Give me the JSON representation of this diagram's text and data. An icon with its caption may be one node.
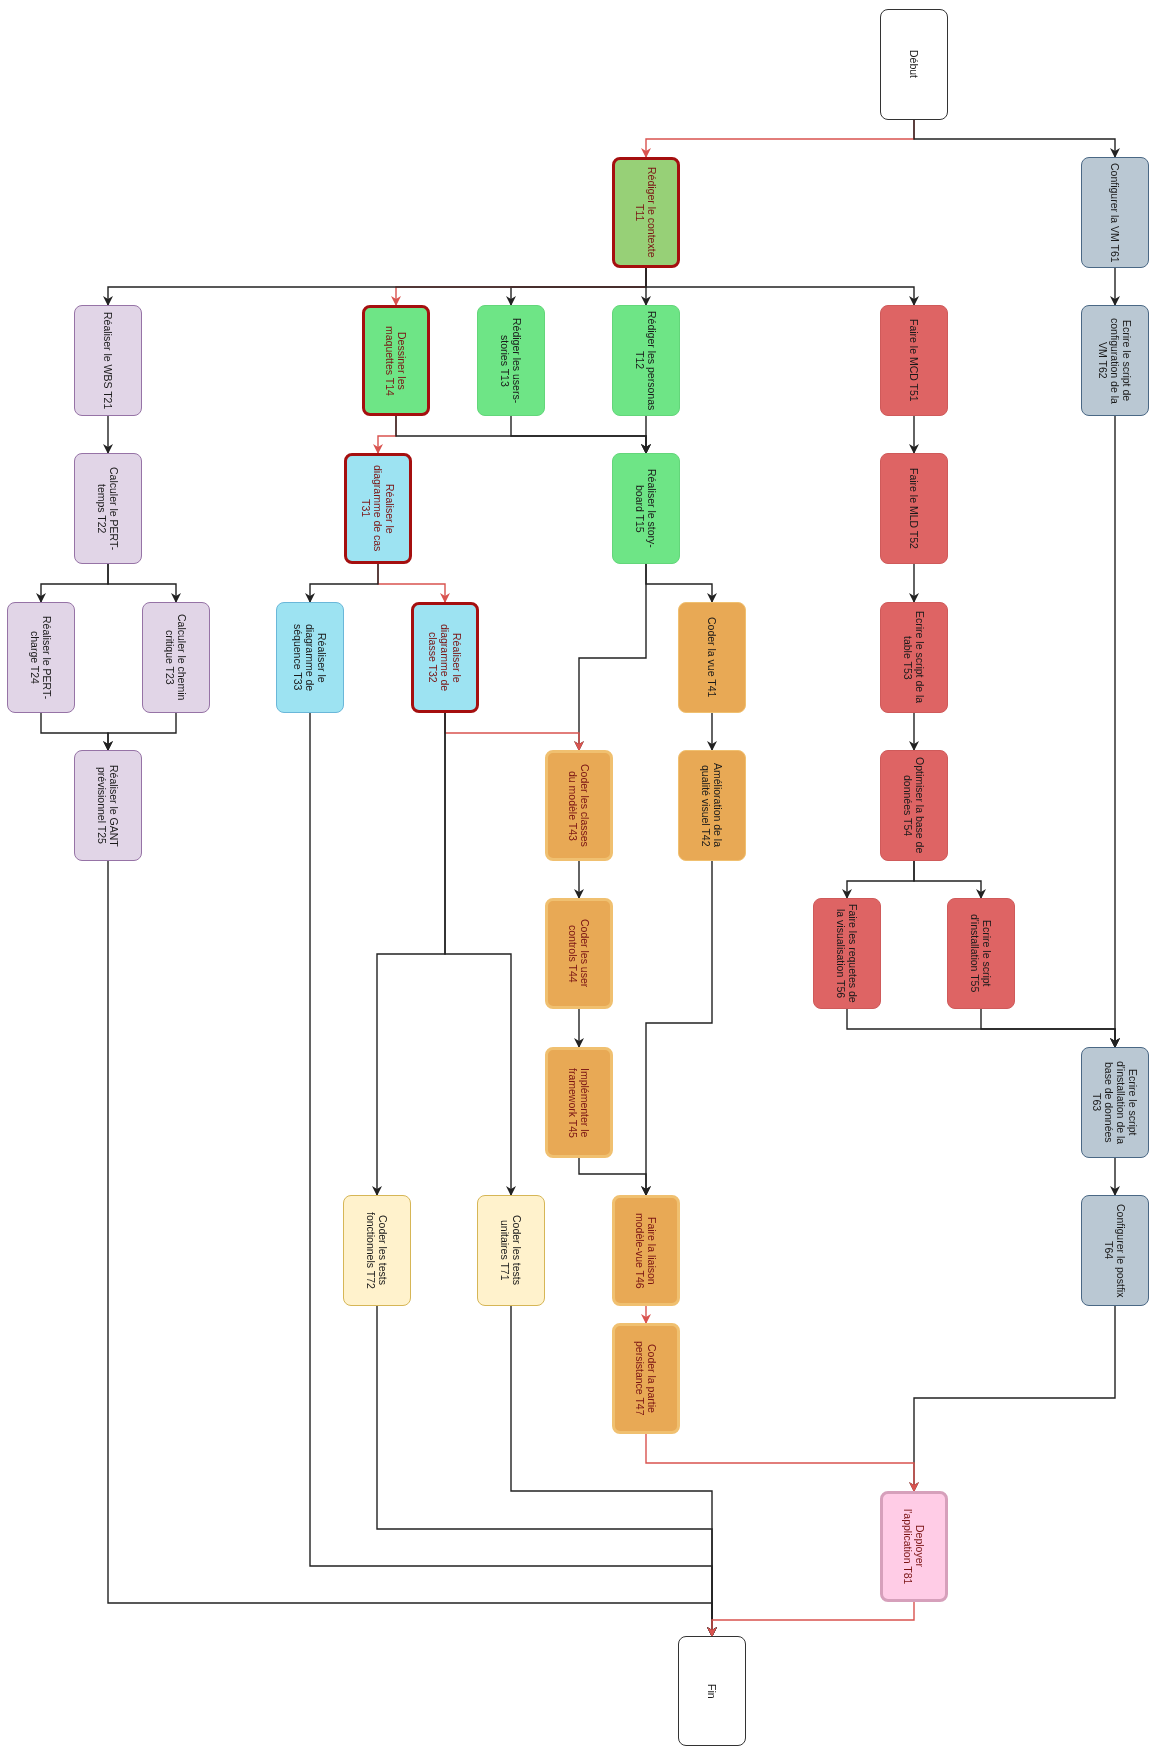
{
  "diagram": {
    "nodes": [
      {
        "text": [
          "Début"
        ]
      },
      {
        "text": [
          "Rédiger le contexte T11"
        ]
      },
      {
        "text": [
          "Configurer la VM T61"
        ]
      },
      {
        "text": [
          "Réaliser le WBS T21"
        ]
      },
      {
        "text": [
          "Dessiner les maquettes T14"
        ]
      },
      {
        "text": [
          "Rédiger les users-stories T13"
        ]
      },
      {
        "text": [
          "Rédiger les personas T12"
        ]
      },
      {
        "text": [
          "Faire le MCD T51"
        ]
      },
      {
        "text": [
          "Ecrire le script de configuration de la VM T62"
        ]
      },
      {
        "text": [
          "Calculer le PERT-temps T22"
        ]
      },
      {
        "text": [
          "Réaliser le diagramme de cas T31"
        ]
      },
      {
        "text": [
          "Réaliser le story-board T15"
        ]
      },
      {
        "text": [
          "Faire le MLD T52"
        ]
      },
      {
        "text": [
          "Réaliser le PERT-charge T24"
        ]
      },
      {
        "text": [
          "Calculer le chemin critique T23"
        ]
      },
      {
        "text": [
          "Réaliser le diagramme de séquence T33"
        ]
      },
      {
        "text": [
          "Réaliser le diagramme de classe T32"
        ]
      },
      {
        "text": [
          "Coder la vue T41"
        ]
      },
      {
        "text": [
          "Ecrire le script de la table T53"
        ]
      },
      {
        "text": [
          "Réaliser le GANT prévisionnel T25"
        ]
      },
      {
        "text": [
          "Coder les classes du modèle T43"
        ]
      },
      {
        "text": [
          "Amélioration de la qualité visuel T42"
        ]
      },
      {
        "text": [
          "Optimiser la base de données T54"
        ]
      },
      {
        "text": [
          "Coder les user controls T44"
        ]
      },
      {
        "text": [
          "Faire les requetes de la visualisation T56"
        ]
      },
      {
        "text": [
          "Ecrire le script d'installation T55"
        ]
      },
      {
        "text": [
          "Implémenter le framework T45"
        ]
      },
      {
        "text": [
          "Ecrire le script d'installation de la base de données T63"
        ]
      },
      {
        "text": [
          "Coder les tests fonctionnels T72"
        ]
      },
      {
        "text": [
          "Coder les tests unitaires T71"
        ]
      },
      {
        "text": [
          "Faire la liaison modèle-vue T46"
        ]
      },
      {
        "text": [
          "Configurer le postfix T64"
        ]
      },
      {
        "text": [
          "Coder la partie persistance T47"
        ]
      },
      {
        "text": [
          "Deployer l'application T81"
        ]
      },
      {
        "text": [
          "Fin"
        ]
      }
    ],
    "edges": [
      {
        "from": 0,
        "to": 1,
        "arrow": "to",
        "color": "#d9534f"
      },
      {
        "from": 0,
        "to": 2,
        "arrow": "to"
      },
      {
        "from": 1,
        "to": 6,
        "arrow": "to"
      },
      {
        "from": 1,
        "to": 5,
        "arrow": "to"
      },
      {
        "from": 1,
        "to": 4,
        "arrow": "to",
        "color": "#d9534f"
      },
      {
        "from": 1,
        "to": 3,
        "arrow": "to"
      },
      {
        "from": 1,
        "to": 7,
        "arrow": "to"
      },
      {
        "from": 2,
        "to": 8,
        "arrow": "to"
      },
      {
        "from": 3,
        "to": 9,
        "arrow": "to"
      },
      {
        "from": 4,
        "to": 10,
        "arrow": "to",
        "color": "#d9534f"
      },
      {
        "from": 4,
        "to": 11,
        "arrow": "to"
      },
      {
        "from": 5,
        "to": 11,
        "arrow": "to"
      },
      {
        "from": 6,
        "to": 11,
        "arrow": "to"
      },
      {
        "from": 7,
        "to": 12,
        "arrow": "to"
      },
      {
        "from": 8,
        "to": 27,
        "arrow": "to"
      },
      {
        "from": 9,
        "to": 14,
        "arrow": "to"
      },
      {
        "from": 9,
        "to": 13,
        "arrow": "to"
      },
      {
        "from": 10,
        "to": 16,
        "arrow": "to",
        "color": "#d9534f"
      },
      {
        "from": 10,
        "to": 15,
        "arrow": "to"
      },
      {
        "from": 11,
        "to": 17,
        "arrow": "to"
      },
      {
        "from": 11,
        "to": 20,
        "arrow": "to"
      },
      {
        "from": 12,
        "to": 18,
        "arrow": "to"
      },
      {
        "from": 14,
        "to": 19,
        "arrow": "to"
      },
      {
        "from": 13,
        "to": 19,
        "arrow": "to"
      },
      {
        "from": 16,
        "to": 20,
        "arrow": "to",
        "color": "#d9534f"
      },
      {
        "from": 16,
        "to": 29,
        "arrow": "to"
      },
      {
        "from": 16,
        "to": 28,
        "arrow": "to"
      },
      {
        "from": 17,
        "to": 21,
        "arrow": "to"
      },
      {
        "from": 18,
        "to": 22,
        "arrow": "to"
      },
      {
        "from": 19,
        "to": 34,
        "arrow": "to"
      },
      {
        "from": 20,
        "to": 23,
        "arrow": "to"
      },
      {
        "from": 21,
        "to": 30,
        "arrow": "to"
      },
      {
        "from": 22,
        "to": 25,
        "arrow": "to"
      },
      {
        "from": 22,
        "to": 24,
        "arrow": "to"
      },
      {
        "from": 23,
        "to": 26,
        "arrow": "to"
      },
      {
        "from": 25,
        "to": 27,
        "arrow": "to"
      },
      {
        "from": 24,
        "to": 27,
        "arrow": "to"
      },
      {
        "from": 26,
        "to": 30,
        "arrow": "to"
      },
      {
        "from": 15,
        "to": 34,
        "arrow": "to"
      },
      {
        "from": 28,
        "to": 34,
        "arrow": "to"
      },
      {
        "from": 29,
        "to": 34,
        "arrow": "to"
      },
      {
        "from": 30,
        "to": 32,
        "arrow": "to",
        "color": "#d9534f"
      },
      {
        "from": 31,
        "to": 33,
        "arrow": "to"
      },
      {
        "from": 32,
        "to": 33,
        "arrow": "to",
        "color": "#d9534f"
      },
      {
        "from": 27,
        "to": 31,
        "arrow": "to"
      },
      {
        "from": 33,
        "to": 34,
        "arrow": "to",
        "color": "#d9534f"
      }
    ]
  }
}
